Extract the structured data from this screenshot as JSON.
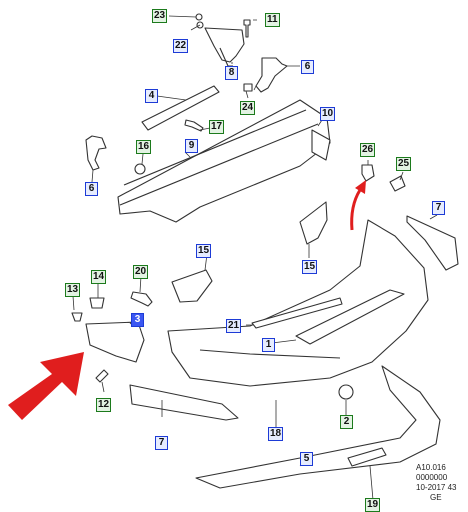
{
  "callouts": {
    "c23": "23",
    "c11": "11",
    "c22": "22",
    "c8": "8",
    "c6a": "6",
    "c4": "4",
    "c24": "24",
    "c17": "17",
    "c10": "10",
    "c16": "16",
    "c9": "9",
    "c6b": "6",
    "c26": "26",
    "c25": "25",
    "c7a": "7",
    "c15": "15",
    "c15b": "15",
    "c14": "14",
    "c20": "20",
    "c13": "13",
    "c1": "1",
    "c21": "21",
    "c12": "12",
    "c7b": "7",
    "c18": "18",
    "c2": "2",
    "c5": "5",
    "c19": "19",
    "c3": "3"
  },
  "footer": {
    "line1": "A10.016",
    "line2": "0000000",
    "line3": "10-2017 43",
    "line4": "GE"
  },
  "colors": {
    "blue_callout": "#1d3bd6",
    "green_callout": "#1c7a1c",
    "highlight_callout": "#3b57f2",
    "red_arrow": "#e01e1e",
    "line": "#333333"
  }
}
